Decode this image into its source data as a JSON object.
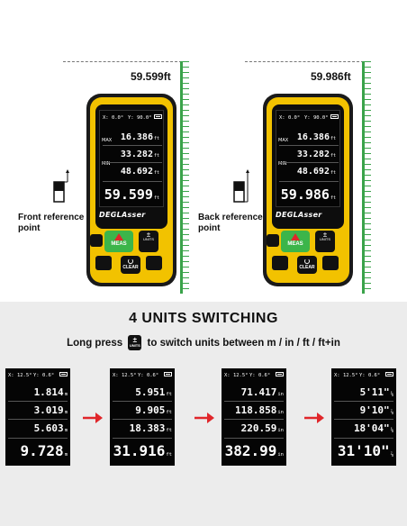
{
  "top": {
    "left": {
      "measurement": "59.599ft",
      "reference_label_line1": "Front reference",
      "reference_label_line2": "point",
      "display": {
        "x_tilt": "0.0°",
        "y_tilt": "90.0°",
        "rows": [
          {
            "value": "16.386",
            "unit": "ft"
          },
          {
            "value": "33.282",
            "unit": "ft"
          },
          {
            "value": "48.692",
            "unit": "ft"
          },
          {
            "value": "59.599",
            "unit": "ft"
          }
        ],
        "side_max": "MAX",
        "side_min": "MIN"
      }
    },
    "right": {
      "measurement": "59.986ft",
      "reference_label_line1": "Back reference",
      "reference_label_line2": "point",
      "display": {
        "x_tilt": "0.0°",
        "y_tilt": "90.0°",
        "rows": [
          {
            "value": "16.386",
            "unit": "ft"
          },
          {
            "value": "33.282",
            "unit": "ft"
          },
          {
            "value": "48.692",
            "unit": "ft"
          },
          {
            "value": "59.986",
            "unit": "ft"
          }
        ],
        "side_max": "MAX",
        "side_min": "MIN"
      }
    },
    "brand": "DEGLAsser",
    "buttons": {
      "meas": "MEAS",
      "units_symbol": "±",
      "units_label": "UNITS",
      "clear": "CLEAR"
    }
  },
  "band": {
    "title": "4 UNITS SWITCHING",
    "subtitle_pre": "Long press",
    "subtitle_post": "to switch units between m / in / ft / ft+in",
    "key_symbol": "±",
    "key_label": "UNITS",
    "screens": [
      {
        "x_tilt": "12.5°",
        "y_tilt": "0.6°",
        "rows": [
          {
            "value": "1.814",
            "unit": "m"
          },
          {
            "value": "3.019",
            "unit": "m"
          },
          {
            "value": "5.603",
            "unit": "m"
          },
          {
            "value": "9.728",
            "unit": "m"
          }
        ]
      },
      {
        "x_tilt": "12.5°",
        "y_tilt": "0.6°",
        "rows": [
          {
            "value": "5.951",
            "unit": "ft"
          },
          {
            "value": "9.905",
            "unit": "ft"
          },
          {
            "value": "18.383",
            "unit": "ft"
          },
          {
            "value": "31.916",
            "unit": "ft"
          }
        ]
      },
      {
        "x_tilt": "12.5°",
        "y_tilt": "0.6°",
        "rows": [
          {
            "value": "71.417",
            "unit": "in"
          },
          {
            "value": "118.858",
            "unit": "in"
          },
          {
            "value": "220.59",
            "unit": "in"
          },
          {
            "value": "382.99",
            "unit": "in"
          }
        ]
      },
      {
        "x_tilt": "12.5°",
        "y_tilt": "0.6°",
        "rows": [
          {
            "value": "5'11\"",
            "unit": "⅝"
          },
          {
            "value": "9'10\"",
            "unit": "⅞"
          },
          {
            "value": "18'04\"",
            "unit": "⅝"
          },
          {
            "value": "31'10\"",
            "unit": "⅞"
          }
        ]
      }
    ]
  },
  "colors": {
    "device_yellow": "#f2c200",
    "meas_green": "#3cb54a",
    "ruler_green": "#3aa34a",
    "arrow_red": "#e0262a",
    "band_gray": "#ececec"
  }
}
